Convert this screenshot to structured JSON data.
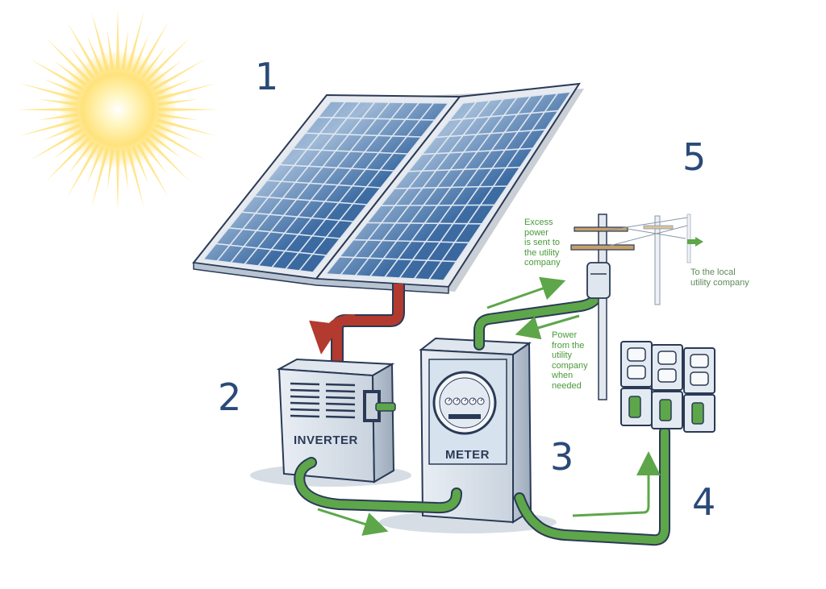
{
  "numbers": {
    "n1": "1",
    "n2": "2",
    "n3": "3",
    "n4": "4",
    "n5": "5"
  },
  "labels": {
    "inverter": "INVERTER",
    "meter": "METER"
  },
  "notes": {
    "excess_lines": [
      "Excess",
      "power",
      "is sent to",
      "the utility",
      "company"
    ],
    "from_utility_lines": [
      "Power",
      "from the",
      "utility",
      "company",
      "when",
      "needed"
    ],
    "local_utility_lines": [
      "To the local",
      "utility company"
    ]
  },
  "colors": {
    "panel": "#3f6fa6",
    "frame": "#e7ebf0",
    "red_pipe": "#b23a2e",
    "green_pipe": "#5ea64a",
    "outline": "#2a3a56",
    "sun": "#ffe27a"
  }
}
